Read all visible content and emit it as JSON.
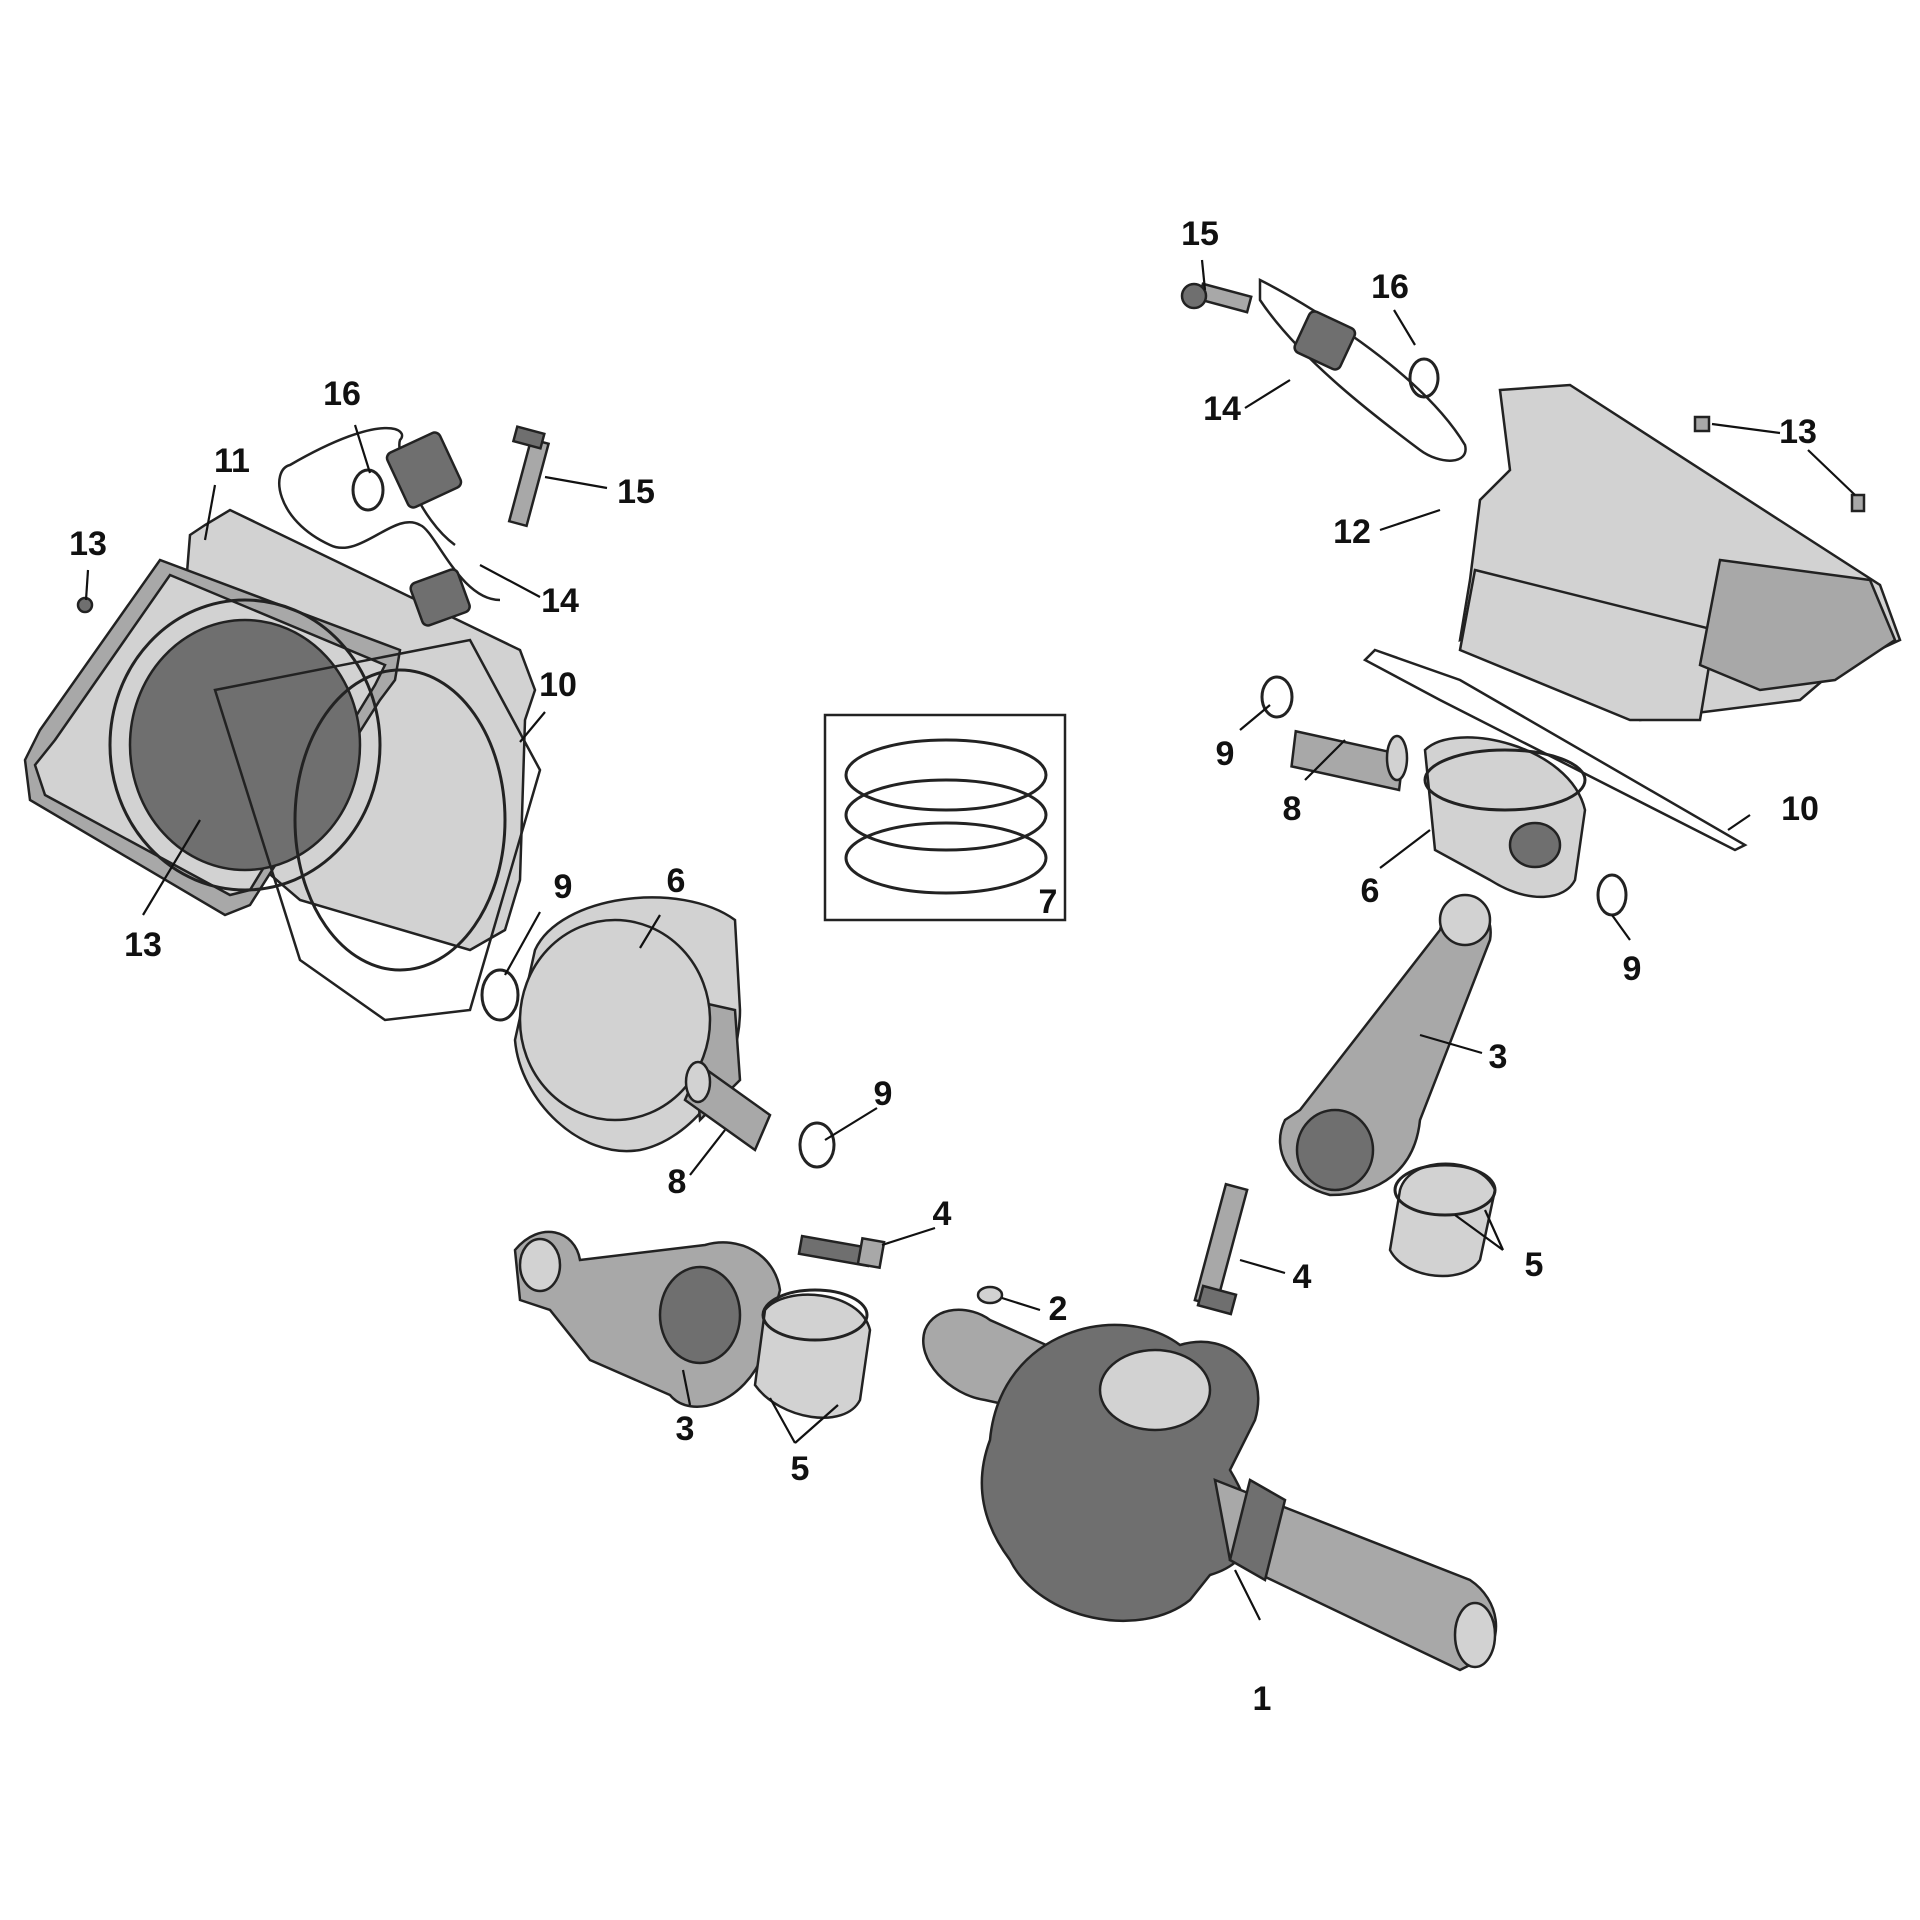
{
  "callouts": {
    "c1": "1",
    "c2": "2",
    "c3a": "3",
    "c3b": "3",
    "c4a": "4",
    "c4b": "4",
    "c5a": "5",
    "c5b": "5",
    "c6a": "6",
    "c6b": "6",
    "c7": "7",
    "c8a": "8",
    "c8b": "8",
    "c9a": "9",
    "c9b": "9",
    "c9c": "9",
    "c9d": "9",
    "c10a": "10",
    "c10b": "10",
    "c11": "11",
    "c12": "12",
    "c13a": "13",
    "c13b": "13",
    "c13c": "13",
    "c14a": "14",
    "c14b": "14",
    "c15a": "15",
    "c15b": "15",
    "c16a": "16",
    "c16b": "16"
  },
  "colors": {
    "background": "#ffffff",
    "ink": "#111111",
    "part_light": "#d2d2d2",
    "part_mid": "#a8a8a8",
    "part_dark": "#6f6f6f"
  }
}
